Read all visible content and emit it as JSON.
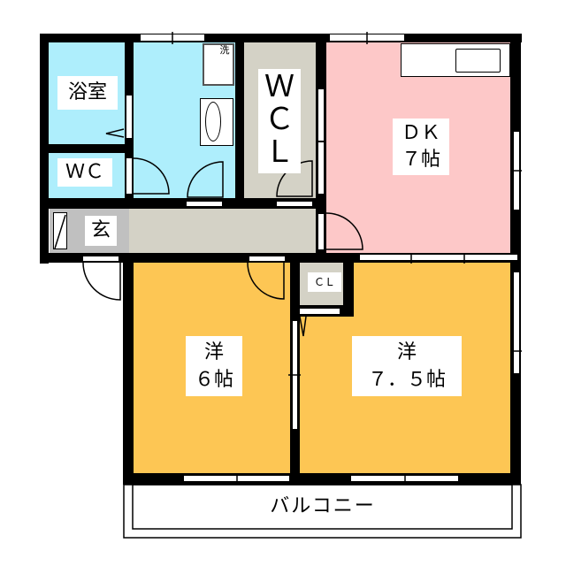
{
  "floor_plan": {
    "rooms": {
      "bathroom": {
        "label": "浴室",
        "color": "#aeeefc"
      },
      "washroom": {
        "label": "洗",
        "color": "#aeeefc"
      },
      "toilet": {
        "label": "ＷＣ",
        "color": "#aeeefc"
      },
      "entrance": {
        "label": "玄",
        "color": "#c0c0c0"
      },
      "hallway": {
        "color": "#d4d2c6"
      },
      "wcl": {
        "label_lines": [
          "Ｗ",
          "Ｃ",
          "Ｌ"
        ],
        "color": "#d4d2c6"
      },
      "dk": {
        "label_lines": [
          "ＤＫ",
          "７帖"
        ],
        "color": "#fdc8c8"
      },
      "western6": {
        "label_lines": [
          "洋",
          "６帖"
        ],
        "color": "#fdc654"
      },
      "western75": {
        "label_lines": [
          "洋",
          "７．５帖"
        ],
        "color": "#fdc654"
      },
      "closet": {
        "label": "ＣＬ",
        "color": "#d4d2c6"
      },
      "balcony": {
        "label": "バルコニー",
        "color": "#ffffff"
      }
    },
    "wall_color": "#000000"
  }
}
